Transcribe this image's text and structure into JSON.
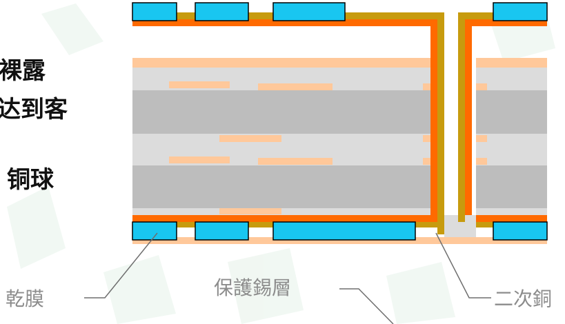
{
  "left_text": {
    "line1": "的裸露",
    "line2": "达到客",
    "line3": "铜球"
  },
  "labels": {
    "dry_film": "乾膜",
    "protective_tin": "保護錫層",
    "secondary_copper": "二次銅"
  },
  "colors": {
    "background": "#ffffff",
    "dry_film": "#19c6f0",
    "copper_orange": "#ff6a00",
    "tin_gold": "#c79b0e",
    "inner_copper_pad": "#ffc89a",
    "prepreg_light": "#dcdcdc",
    "core_gray": "#bdbdbd",
    "leader_line": "#6e6e6e",
    "watermark": "#e3f0e7"
  }
}
